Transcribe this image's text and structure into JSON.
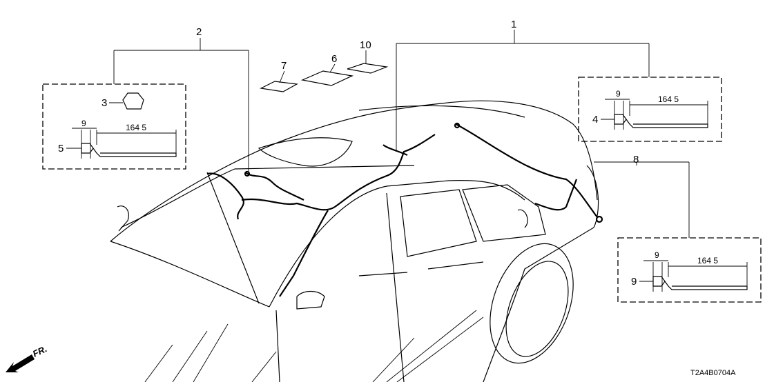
{
  "diagram": {
    "callouts": [
      "1",
      "2",
      "3",
      "4",
      "5",
      "6",
      "7",
      "8",
      "9",
      "10"
    ],
    "dimensions": {
      "clip_width": "9",
      "tape_length": "164 5"
    },
    "front_indicator": "FR.",
    "diagram_code": "T2A4B0704A"
  }
}
